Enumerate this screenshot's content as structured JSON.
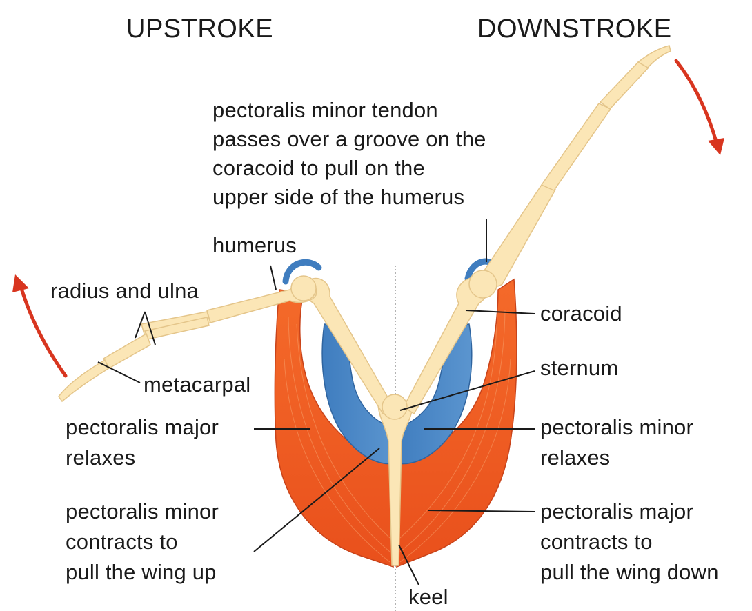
{
  "titles": {
    "upstroke": "UPSTROKE",
    "downstroke": "DOWNSTROKE"
  },
  "labels": {
    "tendon_note": [
      "pectoralis minor tendon",
      "passes over a groove on the",
      "coracoid to pull on the",
      "upper side of the humerus"
    ],
    "humerus": "humerus",
    "radius_ulna": "radius and ulna",
    "metacarpal": "metacarpal",
    "coracoid": "coracoid",
    "sternum": "sternum",
    "pect_major_relaxes": [
      "pectoralis major",
      "relaxes"
    ],
    "pect_minor_relaxes": [
      "pectoralis minor",
      "relaxes"
    ],
    "pect_minor_contracts": [
      "pectoralis minor",
      "contracts to",
      "pull the wing up"
    ],
    "pect_major_contracts": [
      "pectoralis major",
      "contracts to",
      "pull the wing down"
    ],
    "keel": "keel"
  },
  "colors": {
    "bone": "#fbe6b6",
    "bone_outline": "#e4c58a",
    "pectoralis_major": "#f05a22",
    "pectoralis_minor": "#4a86c5",
    "arrow": "#d8351f",
    "leader": "#1a1a1a",
    "midline": "#9a9a9a"
  }
}
